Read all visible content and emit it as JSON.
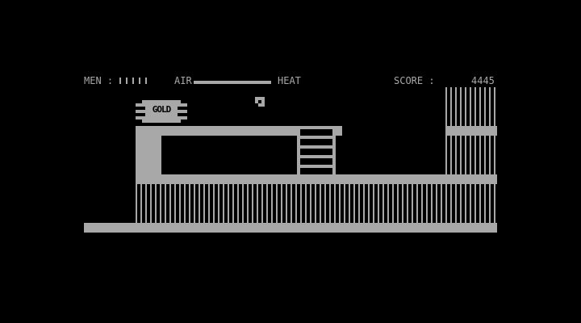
{
  "hud": {
    "men_label": "MEN :",
    "men_remaining": 5,
    "air_label": "AIR",
    "air_level": 1.0,
    "heat_label": "HEAT",
    "score_label": "SCORE :",
    "score_value": "4445"
  },
  "scene": {
    "gold_label": "GOLD"
  },
  "colors": {
    "foreground": "#a8a8a8",
    "background": "#000000"
  }
}
